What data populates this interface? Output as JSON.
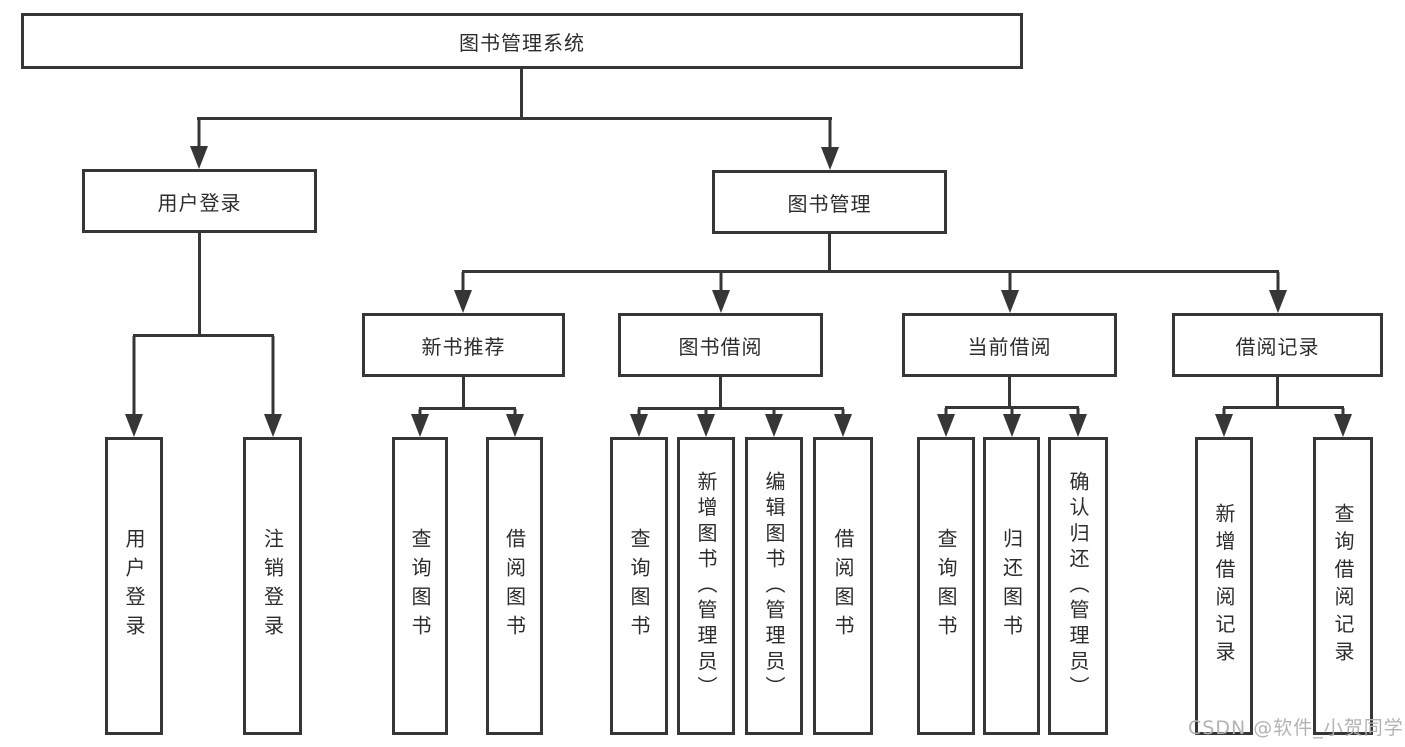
{
  "diagram_title": "图书管理系统",
  "nodes": {
    "root": "图书管理系统",
    "user_login": "用户登录",
    "book_management": "图书管理",
    "new_book_recommend": "新书推荐",
    "book_borrowing": "图书借阅",
    "current_borrowing": "当前借阅",
    "borrowing_records": "借阅记录",
    "leaf_user_login": "用户登录",
    "leaf_logout": "注销登录",
    "leaf_nbr_query_books": "查询图书",
    "leaf_nbr_borrow_books": "借阅图书",
    "leaf_bb_query_books": "查询图书",
    "leaf_bb_add_books_admin": "新增图书（管理员）",
    "leaf_bb_edit_books_admin": "编辑图书（管理员）",
    "leaf_bb_borrow_books": "借阅图书",
    "leaf_cb_query_books": "查询图书",
    "leaf_cb_return_books": "归还图书",
    "leaf_cb_confirm_return_admin": "确认归还（管理员）",
    "leaf_br_add_record": "新增借阅记录",
    "leaf_br_query_record": "查询借阅记录"
  },
  "tree": {
    "图书管理系统": {
      "用户登录": [
        "用户登录",
        "注销登录"
      ],
      "图书管理": {
        "新书推荐": [
          "查询图书",
          "借阅图书"
        ],
        "图书借阅": [
          "查询图书",
          "新增图书（管理员）",
          "编辑图书（管理员）",
          "借阅图书"
        ],
        "当前借阅": [
          "查询图书",
          "归还图书",
          "确认归还（管理员）"
        ],
        "借阅记录": [
          "新增借阅记录",
          "查询借阅记录"
        ]
      }
    }
  },
  "watermark": "CSDN @软件_小贺同学",
  "colors": {
    "line": "#363636",
    "text": "#2d2d2d",
    "box_background": "#ffffff",
    "page_background": "#ffffff",
    "watermark": "#b3b3b3"
  }
}
